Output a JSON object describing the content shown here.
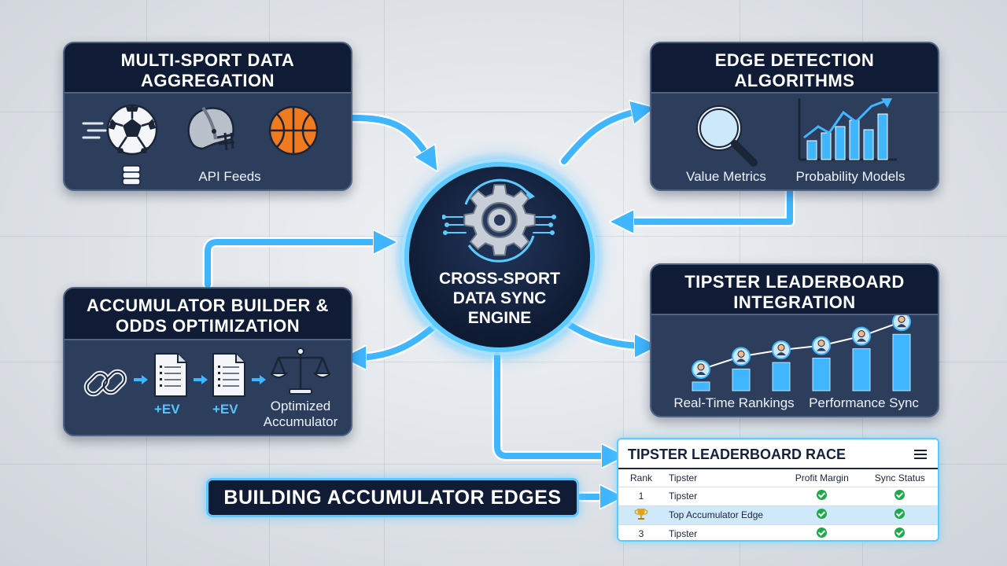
{
  "panels": {
    "aggregation": {
      "title": "MULTI-SPORT DATA AGGREGATION",
      "caption": "API Feeds",
      "icons": [
        "soccer-ball-icon",
        "football-helmet-icon",
        "basketball-icon",
        "database-icon"
      ]
    },
    "edge_detection": {
      "title": "EDGE DETECTION ALGORITHMS",
      "captions": [
        "Value Metrics",
        "Probability Models"
      ],
      "icons": [
        "magnifier-icon",
        "bar-chart-trend-icon"
      ]
    },
    "accumulator": {
      "title": "ACCUMULATOR BUILDER & ODDS OPTIMIZATION",
      "ev_labels": [
        "+EV",
        "+EV"
      ],
      "caption": "Optimized Accumulator",
      "icons": [
        "chain-link-icon",
        "document-icon",
        "document-icon",
        "scale-icon"
      ]
    },
    "tipster": {
      "title": "TIPSTER LEADERBOARD INTEGRATION",
      "captions": [
        "Real-Time Rankings",
        "Performance Sync"
      ],
      "bar_levels": [
        0.12,
        0.3,
        0.39,
        0.45,
        0.58,
        0.78
      ]
    }
  },
  "engine": {
    "title": "CROSS-SPORT DATA SYNC ENGINE",
    "icon": "gear-icon"
  },
  "banner": {
    "text": "BUILDING ACCUMULATOR EDGES"
  },
  "leaderboard": {
    "title": "TIPSTER LEADERBOARD RACE",
    "columns": [
      "Rank",
      "Tipster",
      "Profit Margin",
      "Sync Status"
    ],
    "rows": [
      {
        "rank": "1",
        "tipster": "Tipster",
        "highlight": false
      },
      {
        "rank": "",
        "tipster": "Top Accumulator Edge",
        "highlight": true
      },
      {
        "rank": "3",
        "tipster": "Tipster",
        "highlight": false
      }
    ]
  },
  "colors": {
    "panel_bg": "#2c3e5c",
    "panel_header": "#101c36",
    "accent": "#5ccaff",
    "check": "#1faa4a"
  }
}
